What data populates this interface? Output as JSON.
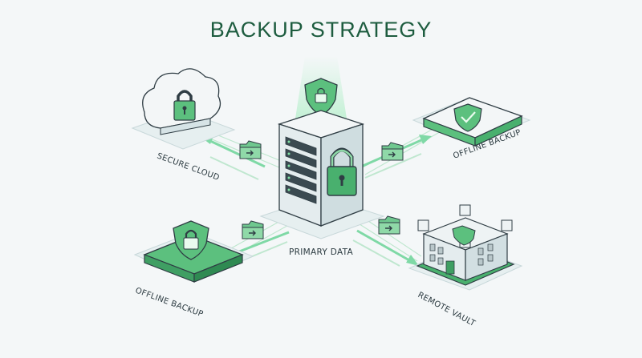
{
  "title": "BACKUP STRATEGY",
  "nodes": {
    "secure_cloud": "SECURE CLOUD",
    "offline_backup_top": "OFFLINE BACKUP",
    "offline_backup_bottom": "OFFLINE BACKUP",
    "remote_vault": "REMOTE VAULT",
    "primary_data": "PRIMARY DATA"
  },
  "icons": [
    "cloud-icon",
    "lock-icon",
    "server-icon",
    "shield-icon",
    "folder-icon",
    "drive-icon",
    "vault-building-icon",
    "checkmark-icon"
  ],
  "colors": {
    "accent": "#3fae6a",
    "accent_dark": "#1f7a45",
    "accent_light": "#9fdcb4",
    "title": "#1d5c3f",
    "outline": "#2f3d44"
  }
}
